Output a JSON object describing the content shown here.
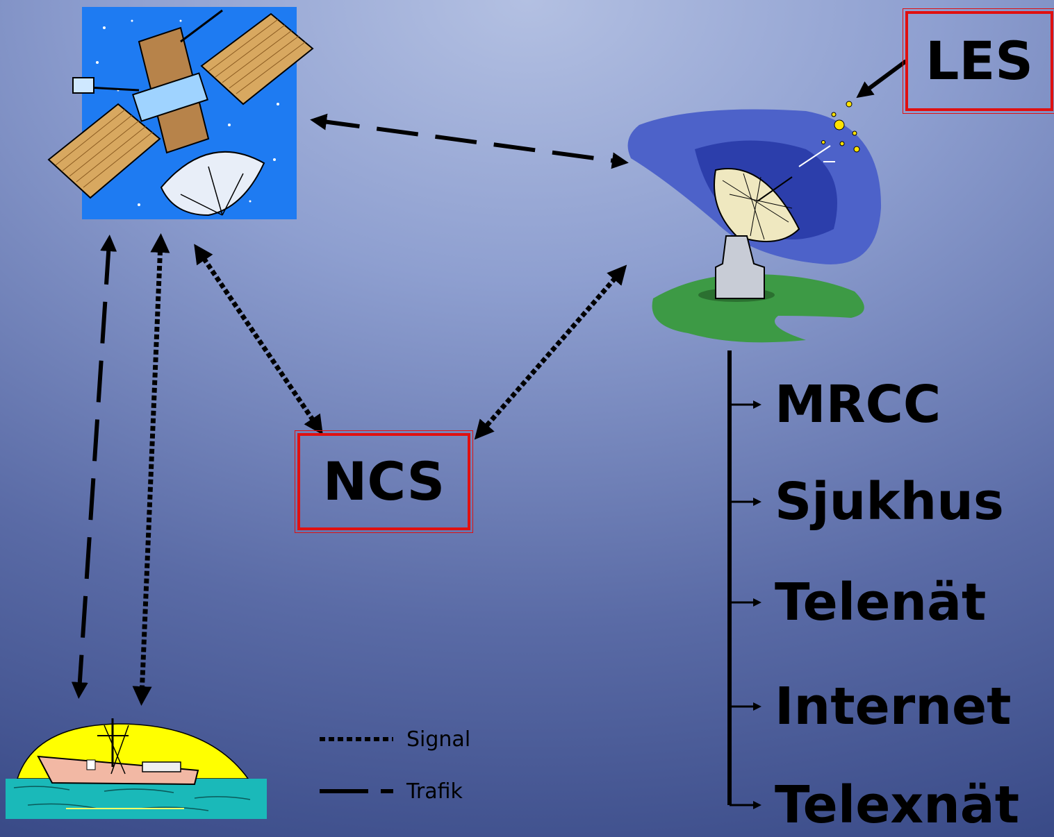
{
  "nodes": {
    "les": {
      "label": "LES"
    },
    "ncs": {
      "label": "NCS"
    }
  },
  "destinations": [
    {
      "label": "MRCC"
    },
    {
      "label": "Sjukhus"
    },
    {
      "label": "Telenät"
    },
    {
      "label": "Internet"
    },
    {
      "label": "Telexnät"
    }
  ],
  "legend": {
    "signal": "Signal",
    "traffic": "Trafik"
  },
  "icons": [
    "satellite-icon",
    "earth-station-dish-icon",
    "ship-icon"
  ]
}
